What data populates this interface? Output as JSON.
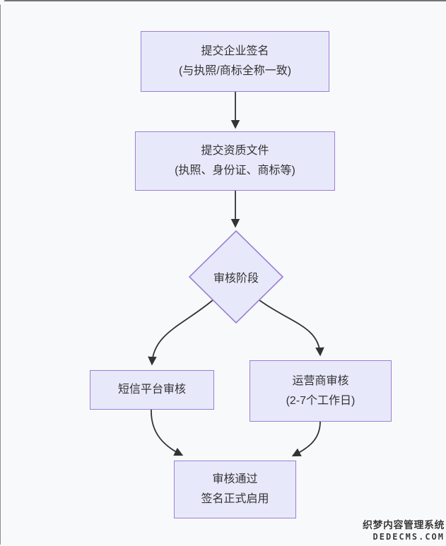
{
  "diagram": {
    "nodes": {
      "submit_signature": {
        "line1": "提交企业签名",
        "line2": "(与执照/商标全称一致)"
      },
      "submit_documents": {
        "line1": "提交资质文件",
        "line2": "(执照、身份证、商标等)"
      },
      "review_stage": {
        "label": "审核阶段"
      },
      "sms_platform_review": {
        "label": "短信平台审核"
      },
      "operator_review": {
        "line1": "运营商审核",
        "line2": "(2-7个工作日)"
      },
      "review_passed": {
        "line1": "审核通过",
        "line2": "签名正式启用"
      }
    },
    "edges": [
      {
        "from": "submit_signature",
        "to": "submit_documents"
      },
      {
        "from": "submit_documents",
        "to": "review_stage"
      },
      {
        "from": "review_stage",
        "to": "sms_platform_review"
      },
      {
        "from": "review_stage",
        "to": "operator_review"
      },
      {
        "from": "sms_platform_review",
        "to": "review_passed"
      },
      {
        "from": "operator_review",
        "to": "review_passed"
      }
    ],
    "colors": {
      "node_fill": "#e8e8fb",
      "node_border": "#9b7fd4",
      "edge_line": "#333333",
      "node_text": "#333333",
      "canvas_background": "#f8f9fa"
    }
  },
  "watermark": {
    "line1": "织梦内容管理系统",
    "line2": "DEDECMS.COM",
    "color": "#3b3b3b"
  }
}
